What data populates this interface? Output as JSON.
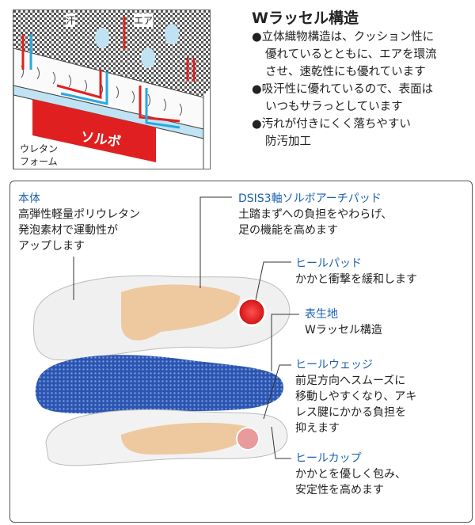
{
  "top_figure": {
    "labels": {
      "sweat": "汗",
      "air": "エア",
      "sorbo": "ソルボ",
      "urethane_foam_1": "ウレタン",
      "urethane_foam_2": "フォーム"
    }
  },
  "w_russell": {
    "title": "Wラッセル構造",
    "bullets": [
      {
        "lines": [
          "●立体織物構造は、クッション性に",
          "優れているとともに、エアを環流",
          "させ、速乾性にも優れています"
        ]
      },
      {
        "lines": [
          "●吸汗性に優れているので、表面は",
          "いつもサラっとしています"
        ]
      },
      {
        "lines": [
          "●汚れが付きにくく落ちやすい",
          "防汚加工"
        ]
      }
    ]
  },
  "callouts": [
    {
      "heading": "本体",
      "lines": [
        "高弾性軽量ポリウレタン",
        "発泡素材で運動性が",
        "アップします"
      ]
    },
    {
      "heading": "DSIS3軸ソルボアーチパッド",
      "lines": [
        "土踏まずへの負担をやわらげ、",
        "足の機能を高めます"
      ]
    },
    {
      "heading": "ヒールパッド",
      "lines": [
        "かかと衝撃を緩和します"
      ]
    },
    {
      "heading": "表生地",
      "lines": [
        "Wラッセル構造"
      ]
    },
    {
      "heading": "ヒールウェッジ",
      "lines": [
        "前足方向へスムーズに",
        "移動しやすくなり、アキ",
        "レス腱にかかる負担を",
        "抑えます"
      ]
    },
    {
      "heading": "ヒールカップ",
      "lines": [
        "かかとを優しく包み、",
        "安定性を高めます"
      ]
    }
  ],
  "colors": {
    "accent_blue": "#1b62b0",
    "red": "#e02020",
    "light_blue": "#29a8e0"
  }
}
